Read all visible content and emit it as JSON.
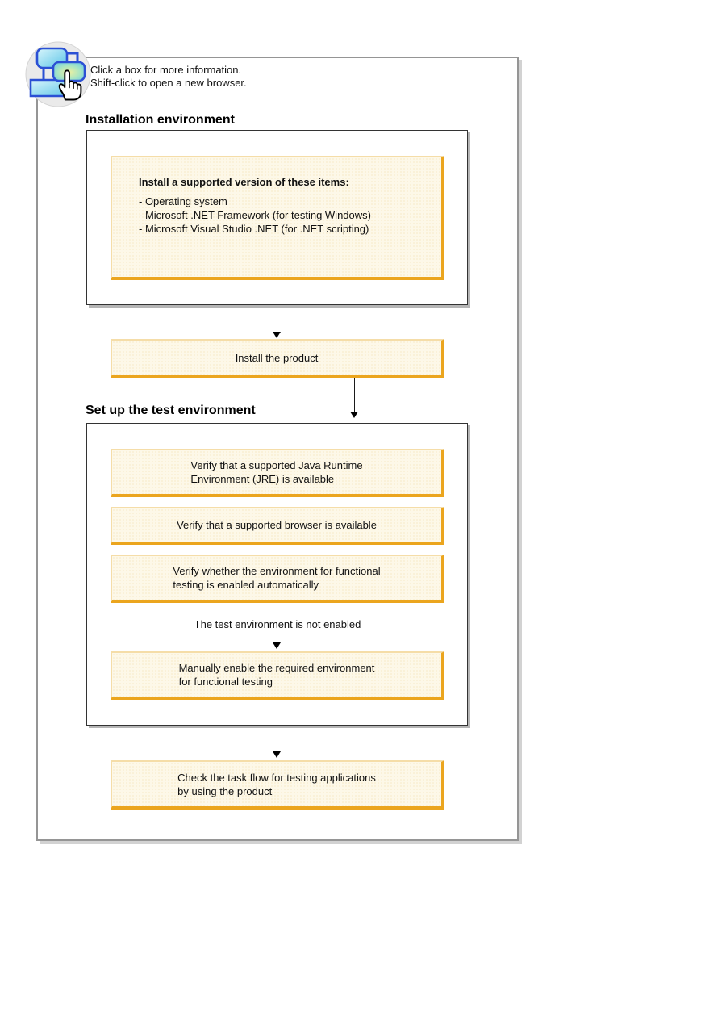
{
  "note": {
    "line1": "Click a box for more information.",
    "line2": "Shift-click to open a new browser."
  },
  "section_installation": {
    "heading": "Installation environment"
  },
  "section_setup": {
    "heading": "Set up the test environment"
  },
  "flow": {
    "install_items": {
      "title": "Install a supported version of these items:",
      "items": [
        "- Operating system",
        "- Microsoft .NET Framework (for testing Windows)",
        "- Microsoft Visual Studio .NET (for .NET scripting)"
      ]
    },
    "install_product": {
      "label": "Install the product"
    },
    "verify_jre": {
      "line1": "Verify that a supported Java Runtime",
      "line2": "Environment (JRE) is available"
    },
    "verify_browser": {
      "label": "Verify that a supported browser is available"
    },
    "verify_functional": {
      "line1": "Verify whether the environment for functional",
      "line2": "testing is enabled automatically"
    },
    "branch_label": "The test environment is not enabled",
    "manual_enable": {
      "line1": "Manually enable the required environment",
      "line2": "for functional testing"
    },
    "check_taskflow": {
      "line1": "Check the task flow for testing applications",
      "line2": "by using the product"
    }
  },
  "icons": {
    "flowchart_hand": "clickable-flowchart-hand-cursor-icon"
  },
  "colors": {
    "task_box_fill": "#fdf8e8",
    "task_box_border_light": "#f5dda8",
    "task_box_border_dark": "#eba51e",
    "panel_border": "#333333",
    "panel_shadow": "#b5b5b5",
    "frame_border": "#959595",
    "frame_shadow": "#d2d2d2",
    "icon_blue": "#2b50d4",
    "icon_cyan": "#7fd4ef",
    "arrow_color": "#000000"
  }
}
